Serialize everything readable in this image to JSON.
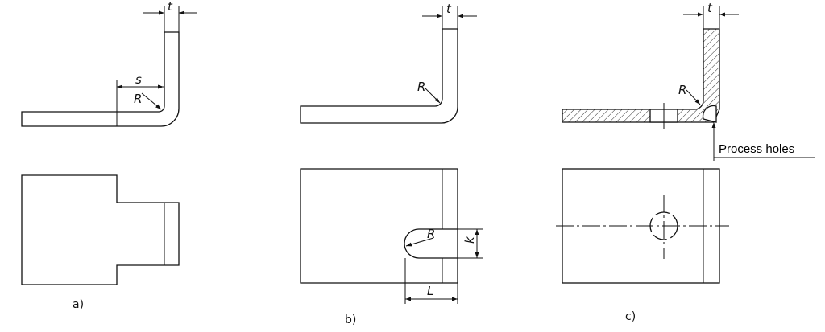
{
  "labels": {
    "thickness": "t",
    "radius": "R",
    "distance_s": "s",
    "distance_L": "L",
    "distance_k": "k",
    "process_holes": "Process holes"
  },
  "captions": {
    "a": "a)",
    "b": "b)",
    "c": "c)"
  }
}
